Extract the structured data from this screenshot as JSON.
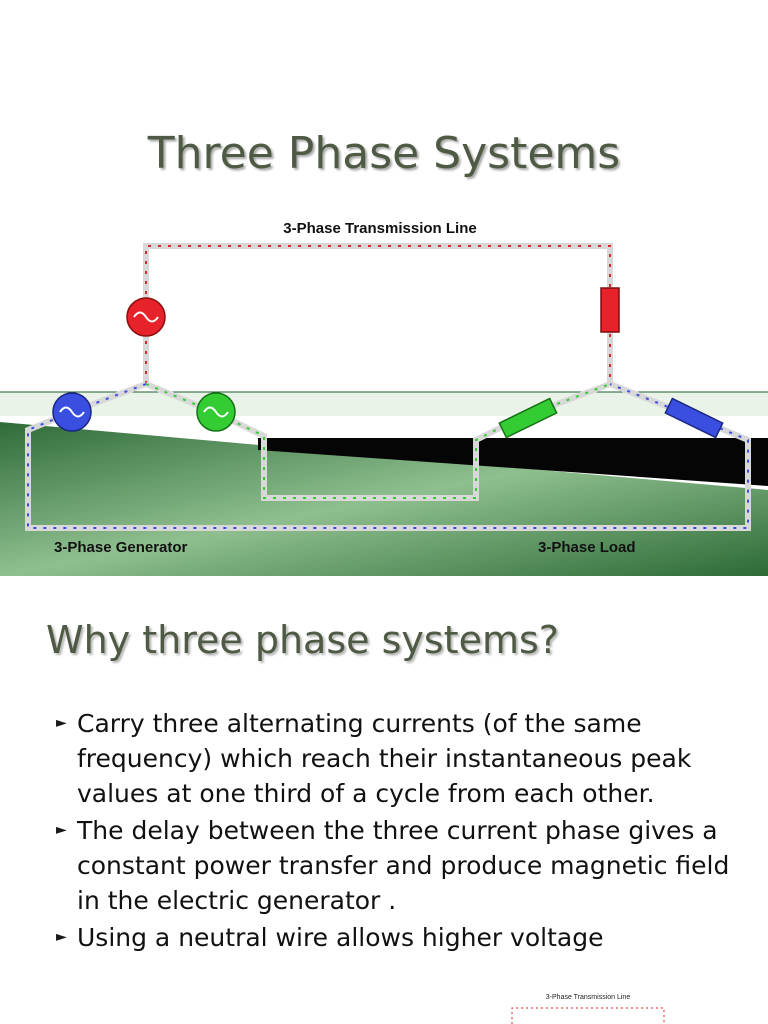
{
  "slide1": {
    "title": "Three Phase Systems",
    "diagram": {
      "top_label": "3-Phase Transmission Line",
      "left_label": "3-Phase Generator",
      "right_label": "3-Phase Load",
      "colors": {
        "phase_a": "#e8222a",
        "phase_b": "#3a4fe0",
        "phase_c": "#33cc33",
        "wire": "#d8d8d8",
        "ground_light": "#8fbf8f",
        "ground_dark": "#2c6a36"
      }
    }
  },
  "slide2": {
    "title": "Why three phase systems?",
    "bullets": [
      "Carry three alternating currents (of the same frequency) which reach their instantaneous peak values at one third of a cycle from each other.",
      " The delay between the three current phase gives a constant power transfer and produce magnetic field in the electric generator .",
      " Using a neutral wire allows higher voltage"
    ],
    "thumbnail_label": "3-Phase Transmission Line"
  }
}
